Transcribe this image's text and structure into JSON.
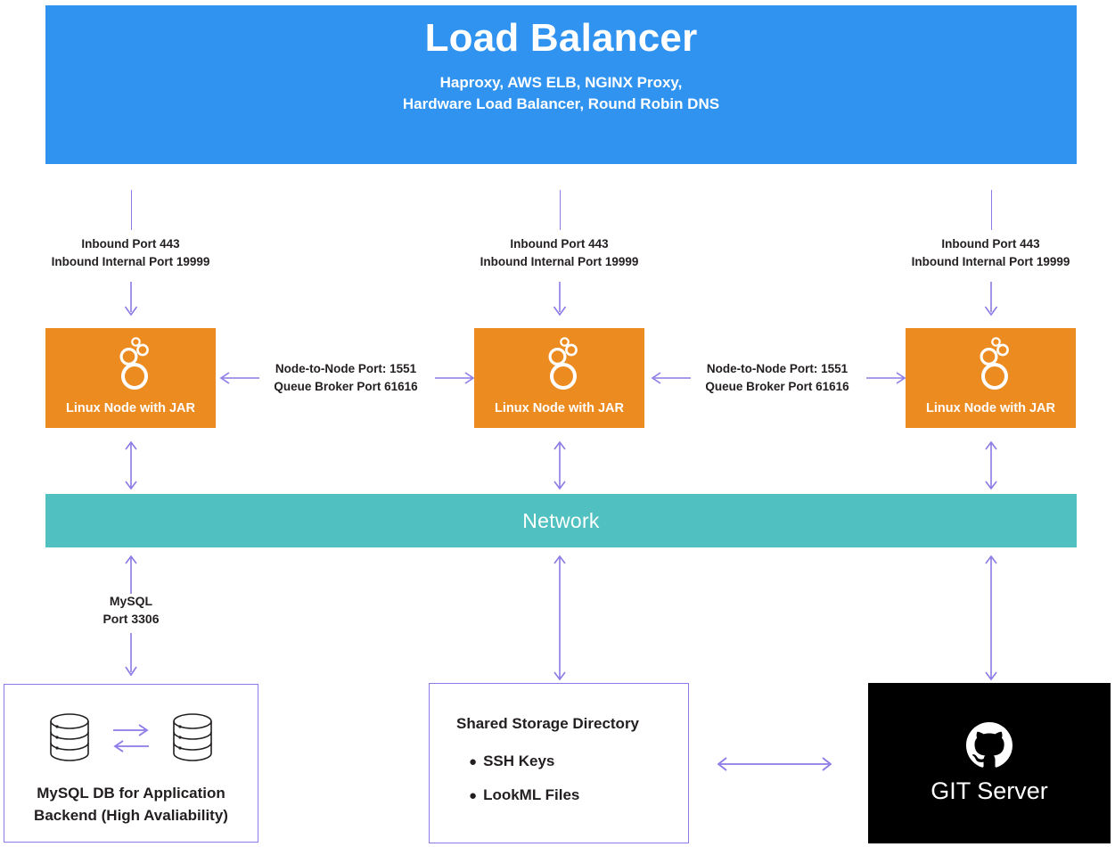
{
  "diagram": {
    "load_balancer": {
      "title": "Load Balancer",
      "subtitle_line1": "Haproxy, AWS ELB, NGINX Proxy,",
      "subtitle_line2": "Hardware Load Balancer, Round Robin DNS",
      "color": "#2f93ef"
    },
    "inbound_labels": [
      {
        "line1": "Inbound Port 443",
        "line2": "Inbound Internal Port 19999"
      },
      {
        "line1": "Inbound Port 443",
        "line2": "Inbound Internal Port 19999"
      },
      {
        "line1": "Inbound Port 443",
        "line2": "Inbound Internal Port 19999"
      }
    ],
    "nodes": [
      {
        "label": "Linux Node with JAR",
        "icon": "java-bubbles-icon",
        "color": "#ec8b20"
      },
      {
        "label": "Linux Node with JAR",
        "icon": "java-bubbles-icon",
        "color": "#ec8b20"
      },
      {
        "label": "Linux Node with JAR",
        "icon": "java-bubbles-icon",
        "color": "#ec8b20"
      }
    ],
    "node_to_node_labels": [
      {
        "line1": "Node-to-Node Port: 1551",
        "line2": "Queue Broker Port 61616"
      },
      {
        "line1": "Node-to-Node Port: 1551",
        "line2": "Queue Broker Port 61616"
      }
    ],
    "network": {
      "label": "Network",
      "color": "#51c0c0"
    },
    "mysql_link": {
      "line1": "MySQL",
      "line2": "Port 3306"
    },
    "database": {
      "caption_line1": "MySQL DB for Application",
      "caption_line2": "Backend (High Avaliability)",
      "icon": "database-cylinder-icon"
    },
    "shared_storage": {
      "title": "Shared Storage Directory",
      "items": [
        "SSH Keys",
        "LookML Files"
      ],
      "bullet": "●"
    },
    "git_server": {
      "label": "GIT Server",
      "icon": "github-icon",
      "color": "#000000"
    },
    "connector_color": "#8c7ae6"
  }
}
